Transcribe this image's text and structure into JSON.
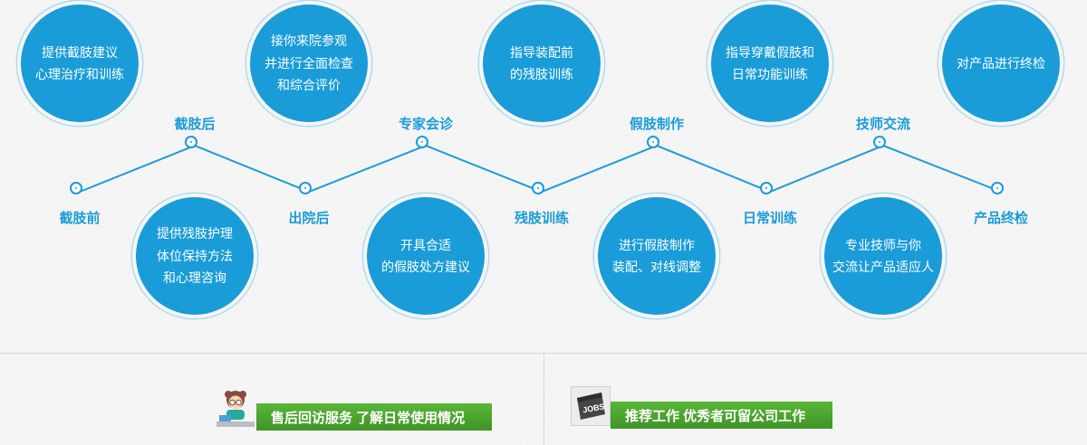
{
  "colors": {
    "accent": "#1a9cd8",
    "circle_ring": "#aedcf0",
    "page_bg": "#f6f6f6",
    "banner_top": "#58b637",
    "banner_bottom": "#3f9427",
    "divider": "#d6d6d6"
  },
  "timeline": {
    "stages": [
      {
        "label": "截肢前",
        "circle_text": "提供截肢建议\n心理治疗和训练"
      },
      {
        "label": "截肢后",
        "circle_text": "提供残肢护理\n体位保持方法\n和心理咨询"
      },
      {
        "label": "出院后",
        "circle_text": "接你来院参观\n并进行全面检查\n和综合评价"
      },
      {
        "label": "专家会诊",
        "circle_text": "开具合适\n的假肢处方建议"
      },
      {
        "label": "残肢训练",
        "circle_text": "指导装配前\n的残肢训练"
      },
      {
        "label": "假肢制作",
        "circle_text": "进行假肢制作\n装配、对线调整"
      },
      {
        "label": "日常训练",
        "circle_text": "指导穿戴假肢和\n日常功能训练"
      },
      {
        "label": "技师交流",
        "circle_text": "专业技师与你\n交流让产品适应人"
      },
      {
        "label": "产品终检",
        "circle_text": "对产品进行终检"
      }
    ]
  },
  "banners": [
    {
      "text": "售后回访服务 了解日常使用情况"
    },
    {
      "text": "推荐工作 优秀者可留公司工作",
      "icon_label": "JOBS"
    }
  ]
}
